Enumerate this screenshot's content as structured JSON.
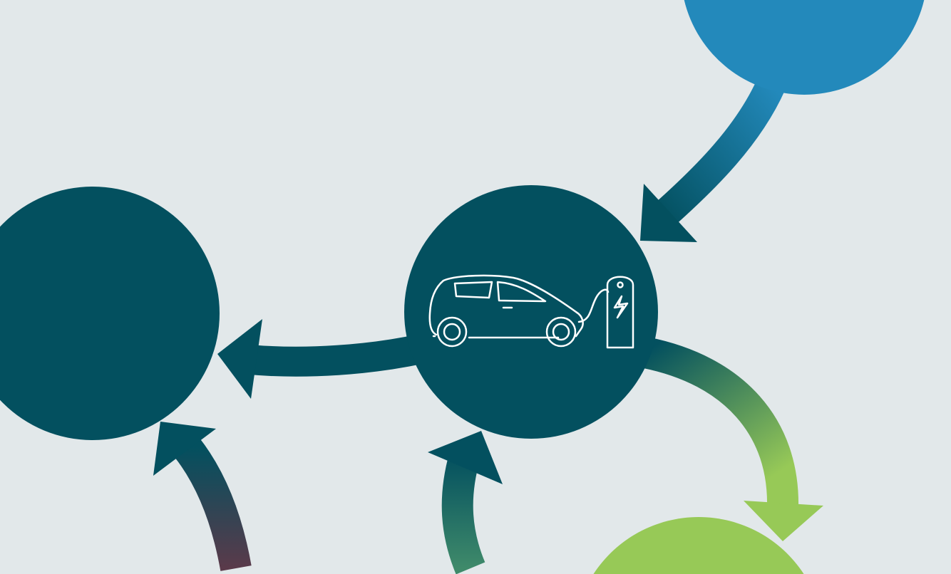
{
  "colors": {
    "background": "#e2e8ea",
    "dark_teal": "#03505f",
    "blue": "#2389bb",
    "green": "#97c957",
    "purple": "#5a3a4a",
    "icon_stroke": "#ffffff"
  },
  "nodes": [
    {
      "id": "blue-node",
      "icon": null
    },
    {
      "id": "left-node",
      "icon": null
    },
    {
      "id": "center-node",
      "icon": "ev-charging-car-icon"
    },
    {
      "id": "green-node",
      "icon": null
    }
  ]
}
